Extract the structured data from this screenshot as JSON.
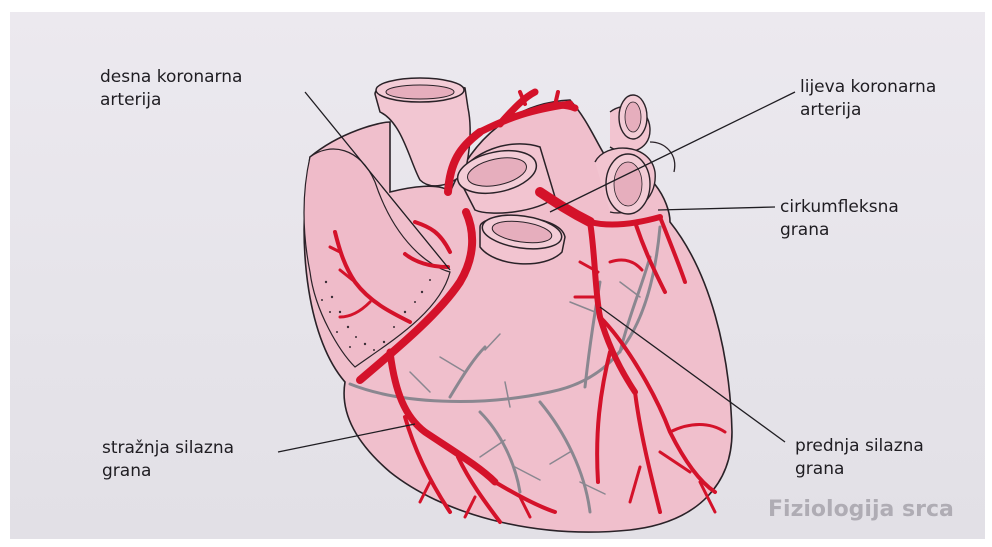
{
  "labels": {
    "right_coronary": {
      "line1": "desna koronarna",
      "line2": "arterija"
    },
    "left_coronary": {
      "line1": "lijeva koronarna",
      "line2": "arterija"
    },
    "circumflex": {
      "line1": "cirkumfleksna",
      "line2": "grana"
    },
    "posterior_descending": {
      "line1": "stražnja silazna",
      "line2": "grana"
    },
    "anterior_descending": {
      "line1": "prednja silazna",
      "line2": "grana"
    }
  },
  "background_fragments": {
    "heading": "Fiziologija srca"
  },
  "colors": {
    "heart_fill": "#f0bfcc",
    "heart_stroke": "#2a2228",
    "artery_red": "#d4122a",
    "vein_gray": "#8a8790",
    "background": "#e7e5eb"
  }
}
